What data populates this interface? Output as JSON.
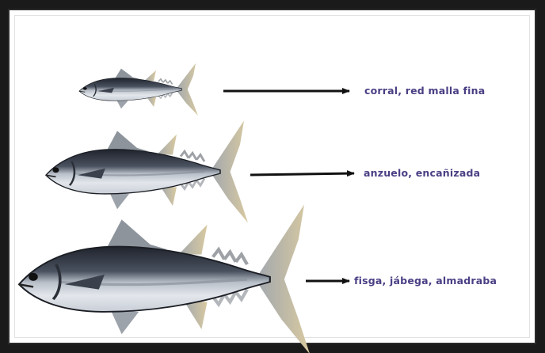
{
  "rows": [
    {
      "label": "corral, red malla fina"
    },
    {
      "label": "anzuelo, encañizada"
    },
    {
      "label": "fisga, jábega, almadraba"
    }
  ],
  "colors": {
    "frame": "#1a1a1a",
    "background": "#ffffff",
    "label_text": "#4a3f84",
    "arrow": "#111111",
    "fish_back": "#2b2f3a",
    "fish_belly": "#d8dde4"
  },
  "icons": {
    "fish": "tuna-fish-icon",
    "arrow": "arrow-right-icon"
  }
}
